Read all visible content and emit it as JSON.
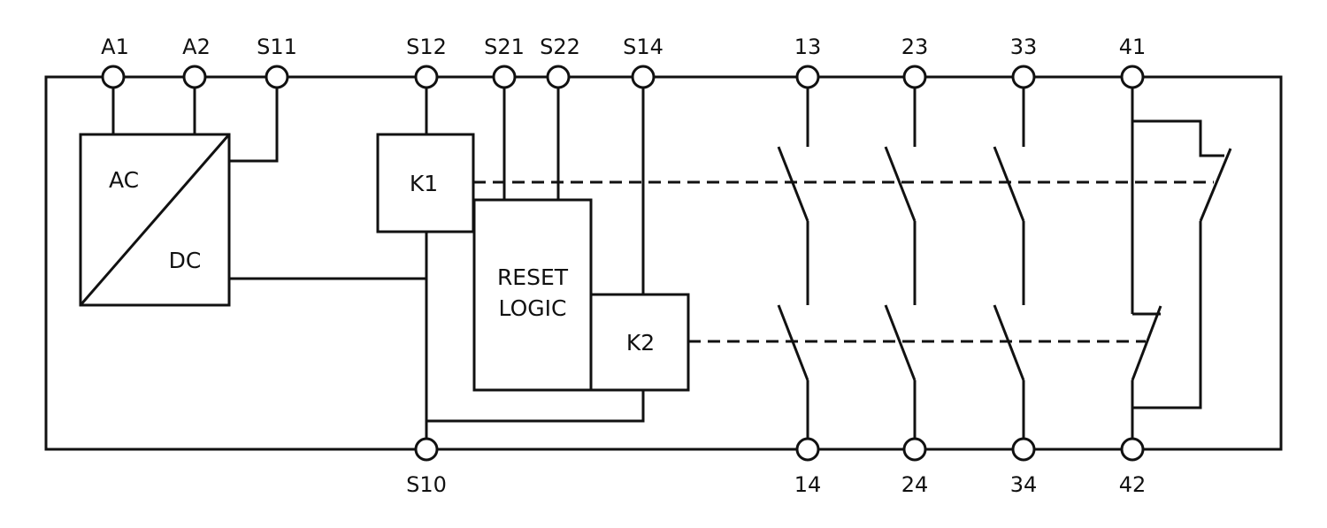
{
  "terminals": {
    "a1": "A1",
    "a2": "A2",
    "s11": "S11",
    "s12": "S12",
    "s21": "S21",
    "s22": "S22",
    "s14": "S14",
    "t13": "13",
    "t23": "23",
    "t33": "33",
    "t41": "41",
    "s10": "S10",
    "t14": "14",
    "t24": "24",
    "t34": "34",
    "t42": "42"
  },
  "blocks": {
    "psu_ac": "AC",
    "psu_dc": "DC",
    "k1": "K1",
    "k2": "K2",
    "reset_line1": "RESET",
    "reset_line2": "LOGIC"
  }
}
